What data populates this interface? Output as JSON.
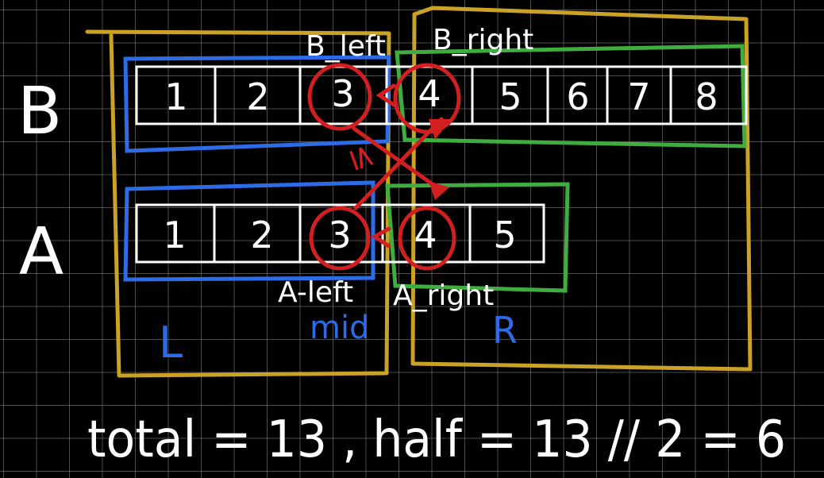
{
  "colors": {
    "background": "#000000",
    "gold": "#c9a227",
    "blue": "#2e6be6",
    "green": "#3fae3f",
    "red": "#d21f1f",
    "white": "#ffffff"
  },
  "labels": {
    "row_b": "B",
    "row_a": "A",
    "b_left": "B_left",
    "b_right": "B_right",
    "a_left": "A-left",
    "a_right": "A_right",
    "left": "L",
    "mid": "mid",
    "right": "R",
    "less_equal": "≤",
    "formula": "total = 13 , half = 13 // 2 = 6"
  },
  "arrays": {
    "b": [
      "1",
      "2",
      "3",
      "4",
      "5",
      "6",
      "7",
      "8"
    ],
    "a": [
      "1",
      "2",
      "3",
      "4",
      "5"
    ]
  }
}
